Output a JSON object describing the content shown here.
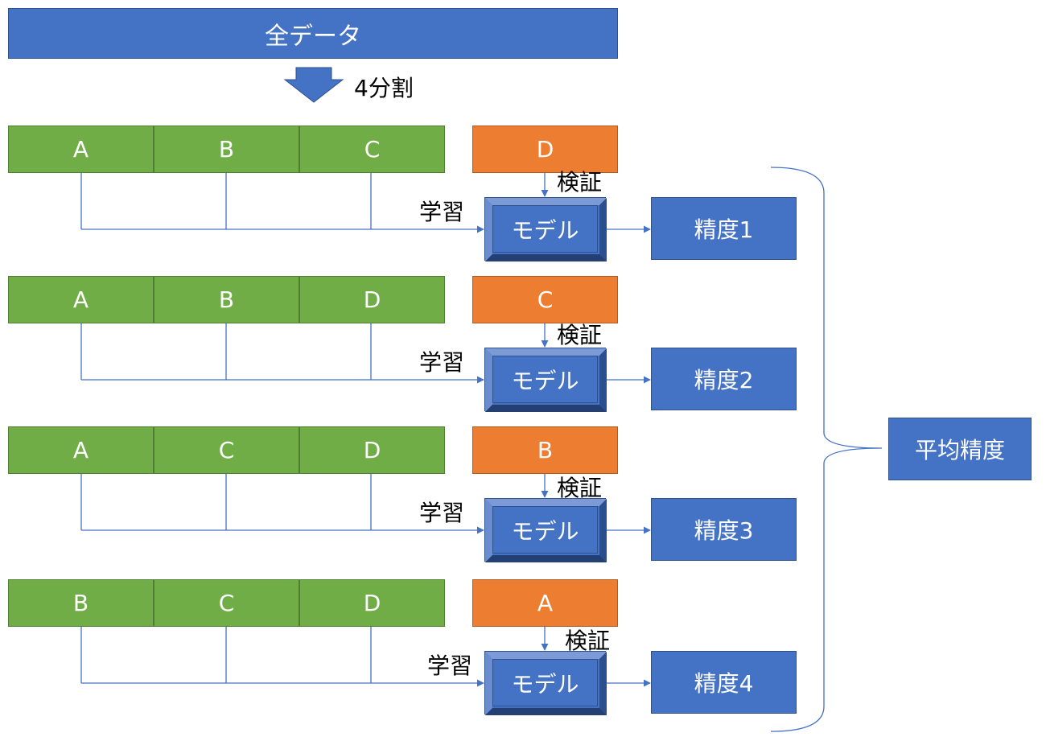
{
  "header": {
    "label": "全データ"
  },
  "split": {
    "label": "4分割"
  },
  "folds": [
    {
      "train": [
        "A",
        "B",
        "C"
      ],
      "validation": "D",
      "train_label": "学習",
      "validate_label": "検証",
      "model_label": "モデル",
      "accuracy_label": "精度1"
    },
    {
      "train": [
        "A",
        "B",
        "D"
      ],
      "validation": "C",
      "train_label": "学習",
      "validate_label": "検証",
      "model_label": "モデル",
      "accuracy_label": "精度2"
    },
    {
      "train": [
        "A",
        "C",
        "D"
      ],
      "validation": "B",
      "train_label": "学習",
      "validate_label": "検証",
      "model_label": "モデル",
      "accuracy_label": "精度3"
    },
    {
      "train": [
        "B",
        "C",
        "D"
      ],
      "validation": "A",
      "train_label": "学習",
      "validate_label": "検証",
      "model_label": "モデル",
      "accuracy_label": "精度4"
    }
  ],
  "average": {
    "label": "平均精度"
  },
  "colors": {
    "train": "#70ad47",
    "validation": "#ed7d31",
    "blue": "#4472c4",
    "line": "#4472c4"
  }
}
